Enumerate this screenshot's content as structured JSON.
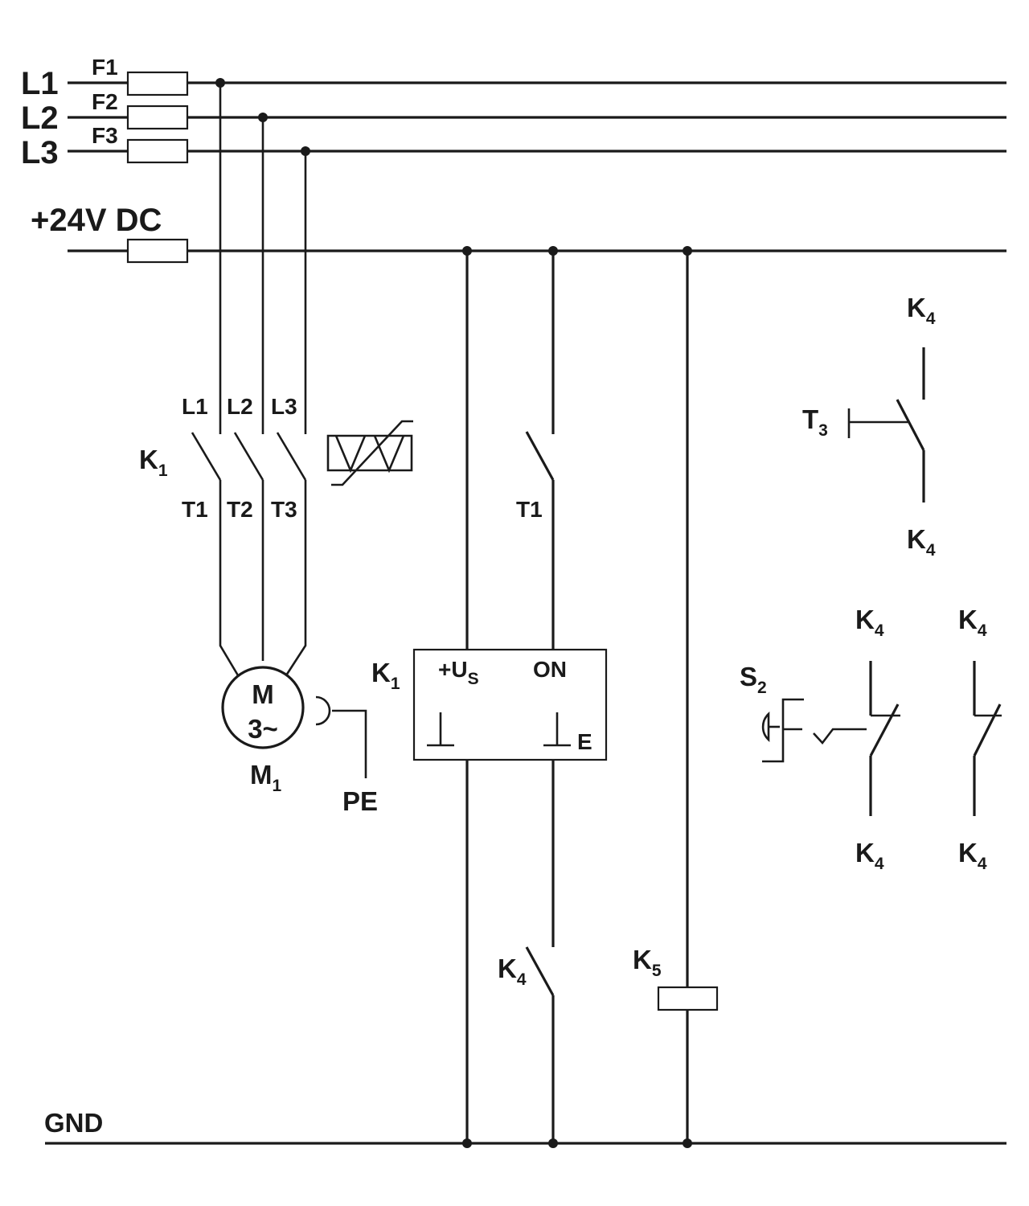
{
  "supply": {
    "l1": "L1",
    "l2": "L2",
    "l3": "L3",
    "f1": "F1",
    "f2": "F2",
    "f3": "F3",
    "dc": "+24V DC",
    "gnd": "GND"
  },
  "contactor": {
    "name": "K",
    "sub": "1",
    "in": [
      "L1",
      "L2",
      "L3"
    ],
    "out": [
      "T1",
      "T2",
      "T3"
    ]
  },
  "motor": {
    "symbol": "M",
    "phase": "3~",
    "name": "M",
    "sub": "1",
    "pe": "PE"
  },
  "controller": {
    "name": "K",
    "sub": "1",
    "us_main": "+U",
    "us_sub": "S",
    "on": "ON",
    "e": "E"
  },
  "control_switch": {
    "label": "T1"
  },
  "k4_contact": {
    "name": "K",
    "sub": "4"
  },
  "k5_coil": {
    "name": "K",
    "sub": "5"
  },
  "t3_button": {
    "name": "T",
    "sub": "3",
    "top": "K",
    "top_sub": "4",
    "bottom": "K",
    "bottom_sub": "4"
  },
  "s2_estop": {
    "name": "S",
    "sub": "2",
    "a_top": "K",
    "a_top_sub": "4",
    "a_bottom": "K",
    "a_bottom_sub": "4",
    "b_top": "K",
    "b_top_sub": "4",
    "b_bottom": "K",
    "b_bottom_sub": "4"
  }
}
